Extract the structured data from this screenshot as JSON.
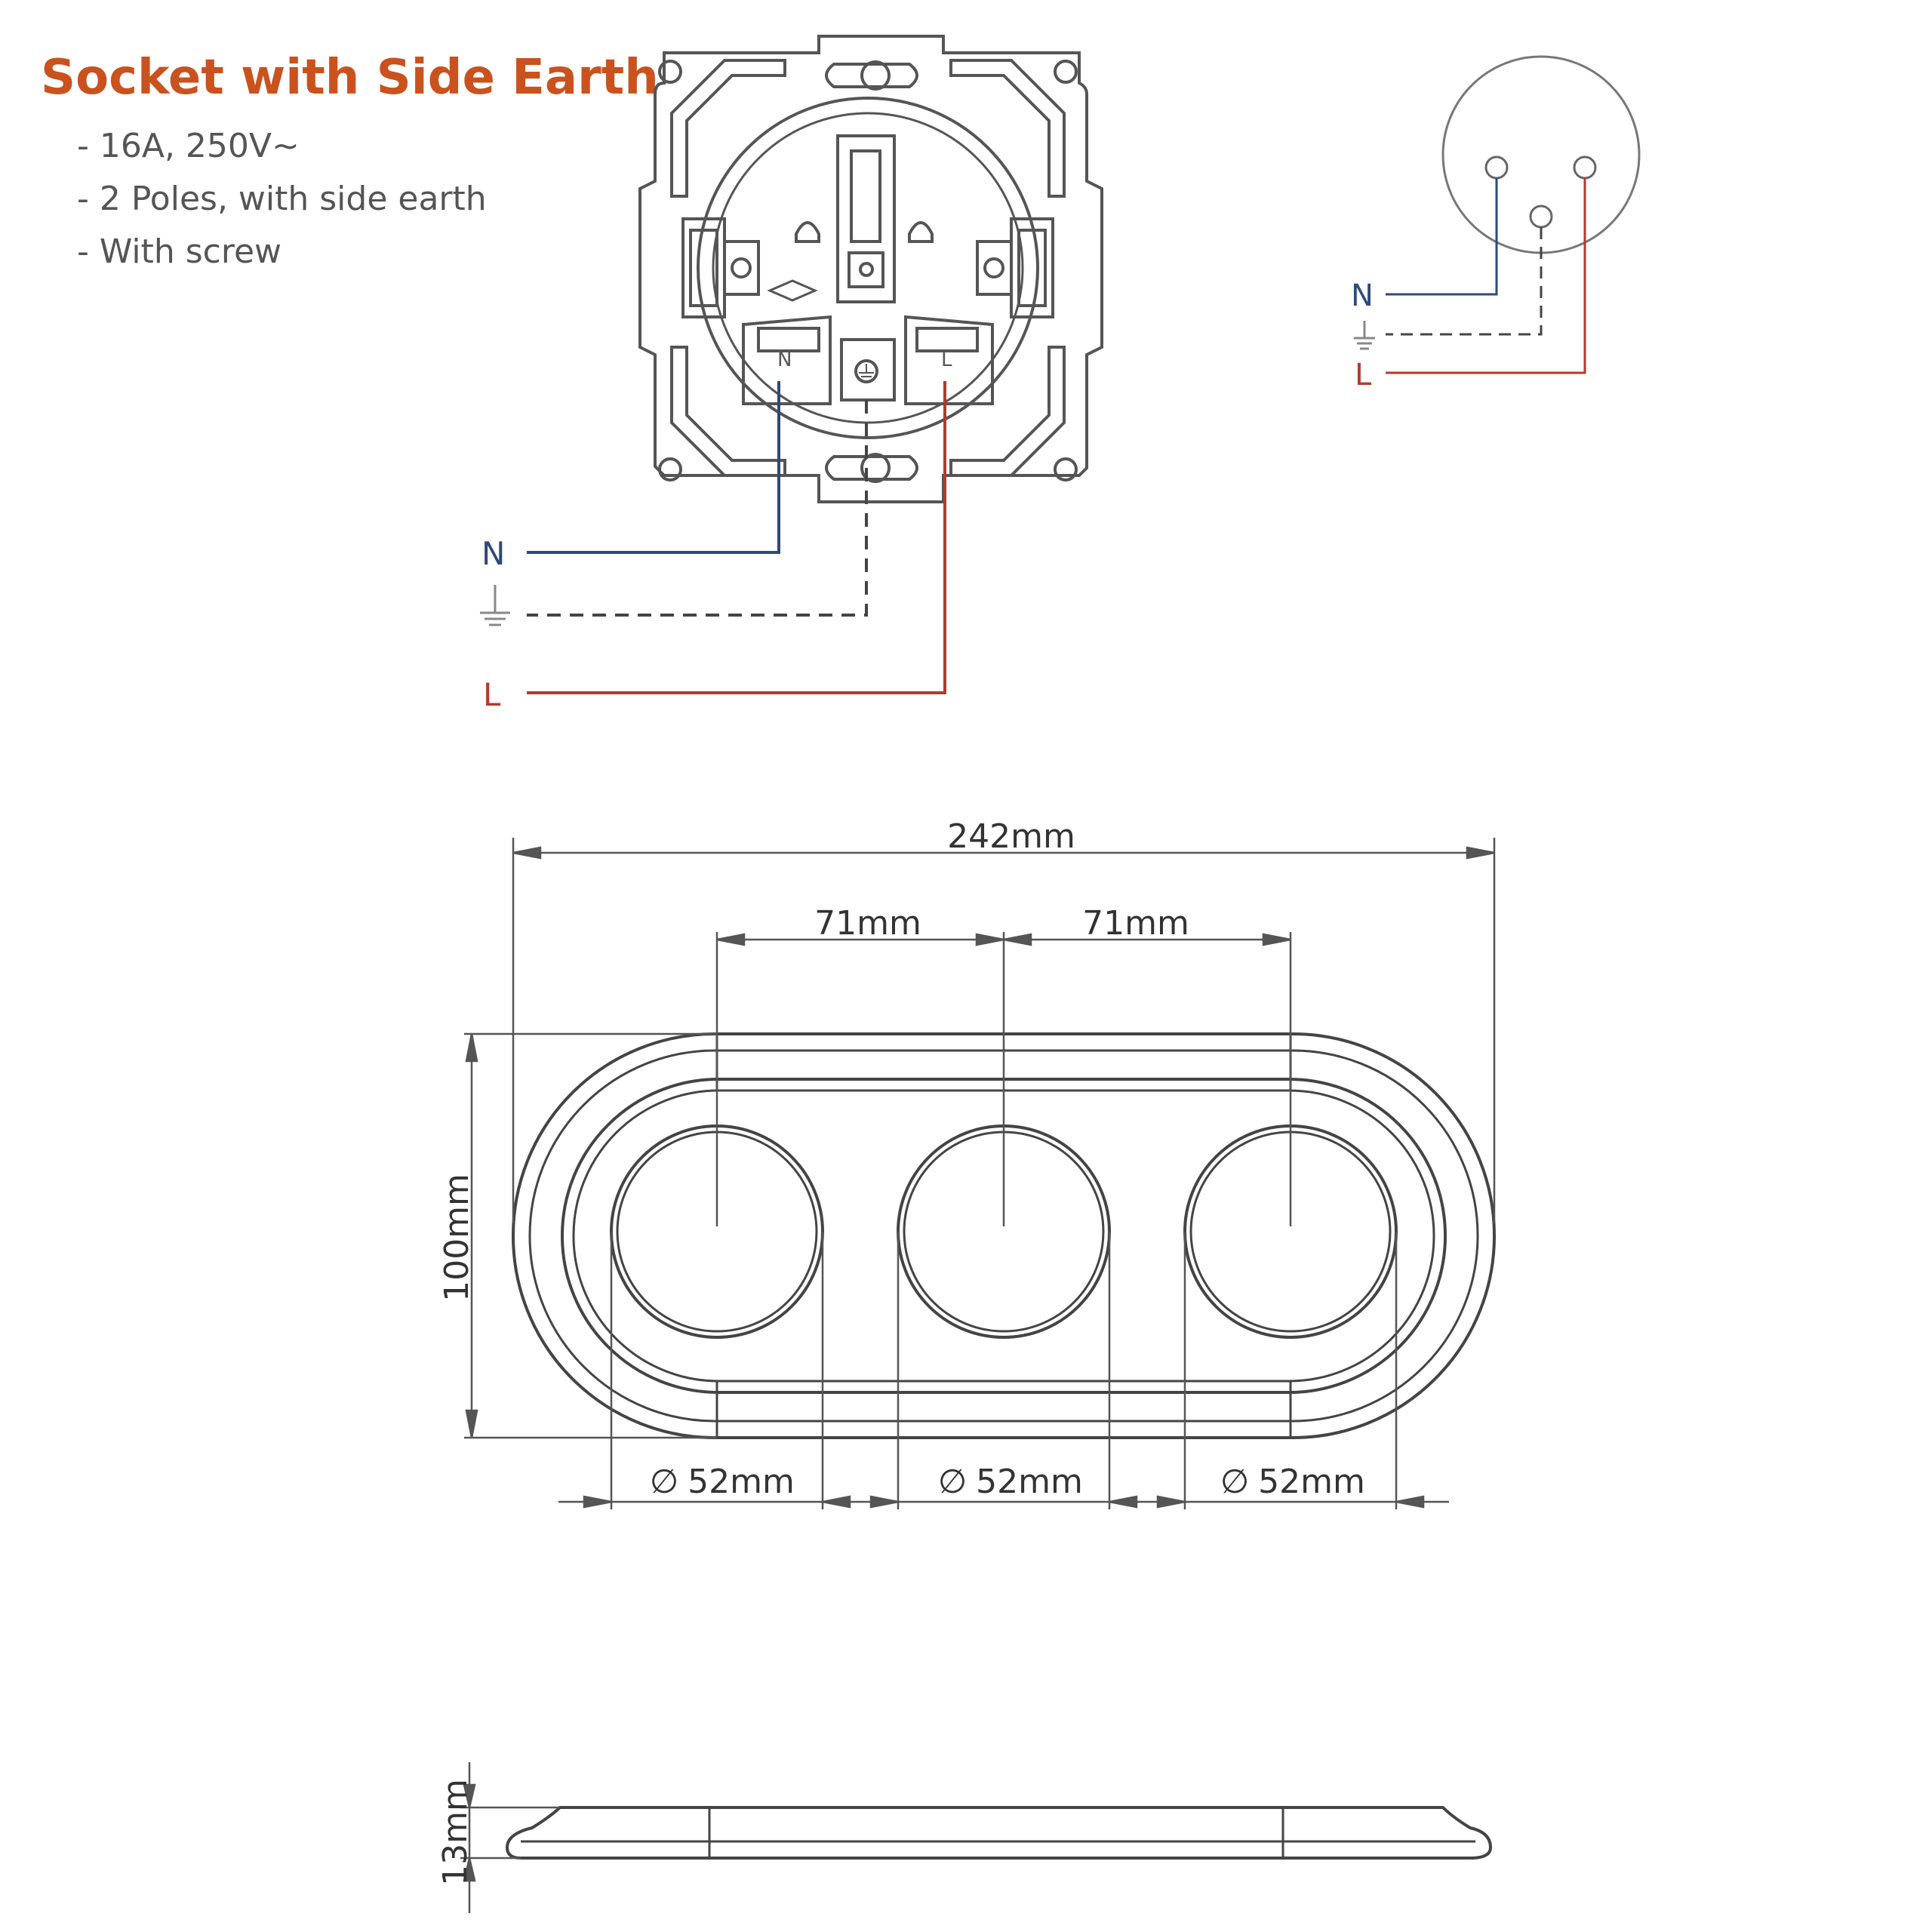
{
  "title": "Socket with Side Earth",
  "specs": [
    "- 16A, 250V~",
    "- 2 Poles, with side earth",
    "- With screw"
  ],
  "wiring": {
    "neutral_label": "N",
    "live_label": "L",
    "terminal_neutral_label": "N",
    "terminal_live_label": "L"
  },
  "dimensions": {
    "overall_width": "242mm",
    "spacing_left": "71mm",
    "spacing_right": "71mm",
    "height": "100mm",
    "depth": "13mm",
    "hole_diameter_1": "52mm",
    "hole_diameter_2": "52mm",
    "hole_diameter_3": "52mm",
    "diameter_symbol": "∅"
  },
  "colors": {
    "title": "#c9521e",
    "neutral": "#2c4a7a",
    "live": "#b23a2e",
    "earth": "#444444",
    "outline": "#555555",
    "text": "#555555"
  }
}
